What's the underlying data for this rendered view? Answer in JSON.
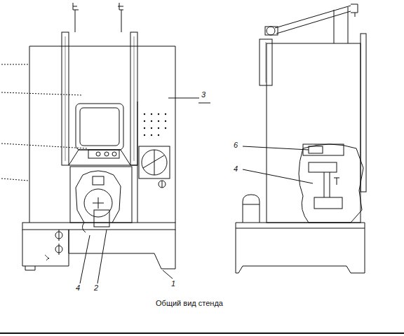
{
  "diagram": {
    "caption": "Общий вид стенда",
    "labels": [
      "3",
      "4",
      "2",
      "1",
      "6",
      "4"
    ]
  }
}
